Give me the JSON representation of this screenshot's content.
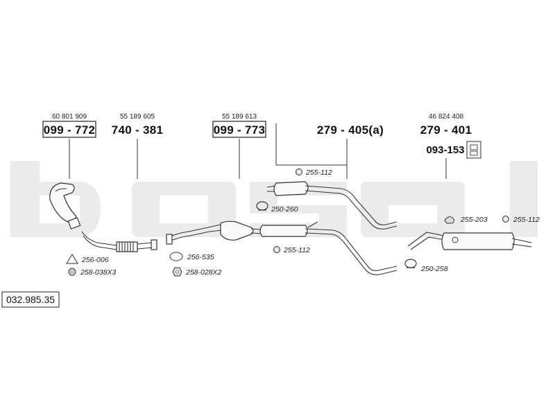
{
  "brand": {
    "logo_text": "bosal",
    "watermark_color": "#ebebeb"
  },
  "diagram_number": "032.985.35",
  "parts": [
    {
      "oe_number": "60 801 909",
      "part_number": "099 - 772",
      "boxed": true
    },
    {
      "oe_number": "55 189 605",
      "part_number": "740 - 381",
      "boxed": false
    },
    {
      "oe_number": "55 189 613",
      "part_number": "099 - 773",
      "boxed": true
    },
    {
      "oe_number": "",
      "part_number": "279 - 405(a)",
      "boxed": false
    },
    {
      "oe_number": "46 824 408",
      "part_number": "279 - 401",
      "boxed": false
    }
  ],
  "sub_part": {
    "part_number": "093-153",
    "icon": "rubber-hanger-icon"
  },
  "accessories": [
    {
      "code": "256-006",
      "icon": "triangle-gasket-icon"
    },
    {
      "code": "258-038X3",
      "icon": "nut-icon"
    },
    {
      "code": "256-535",
      "icon": "oval-gasket-icon"
    },
    {
      "code": "258-028X2",
      "icon": "hex-nut-icon"
    },
    {
      "code": "255-112",
      "icon": "rubber-ring-icon"
    },
    {
      "code": "250-260",
      "icon": "clamp-icon"
    },
    {
      "code": "255-112",
      "icon": "rubber-ring-icon"
    },
    {
      "code": "255-203",
      "icon": "bracket-icon"
    },
    {
      "code": "255-112",
      "icon": "rubber-ring-icon"
    },
    {
      "code": "250-258",
      "icon": "clamp-icon"
    }
  ]
}
